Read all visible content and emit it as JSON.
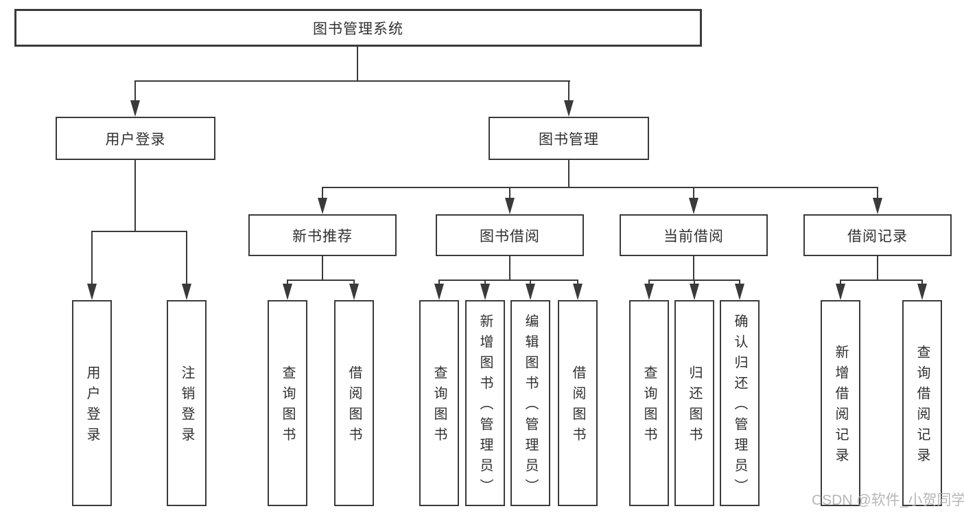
{
  "tree": {
    "root": {
      "label": "图书管理系统",
      "children": [
        {
          "label": "用户登录",
          "children": [
            {
              "label": "用户登录"
            },
            {
              "label": "注销登录"
            }
          ]
        },
        {
          "label": "图书管理",
          "children": [
            {
              "label": "新书推荐",
              "children": [
                {
                  "label": "查询图书"
                },
                {
                  "label": "借阅图书"
                }
              ]
            },
            {
              "label": "图书借阅",
              "children": [
                {
                  "label": "查询图书"
                },
                {
                  "label": "新增图书（管理员）"
                },
                {
                  "label": "编辑图书（管理员）"
                },
                {
                  "label": "借阅图书"
                }
              ]
            },
            {
              "label": "当前借阅",
              "children": [
                {
                  "label": "查询图书"
                },
                {
                  "label": "归还图书"
                },
                {
                  "label": "确认归还（管理员）"
                }
              ]
            },
            {
              "label": "借阅记录",
              "children": [
                {
                  "label": "新增借阅记录"
                },
                {
                  "label": "查询借阅记录"
                }
              ]
            }
          ]
        }
      ]
    }
  },
  "watermark": {
    "text": "CSDN @软件_小贺同学"
  },
  "colors": {
    "line": "#3a3a3a",
    "text": "#303030",
    "watermark": "#b0b0b0",
    "background": "#ffffff"
  }
}
